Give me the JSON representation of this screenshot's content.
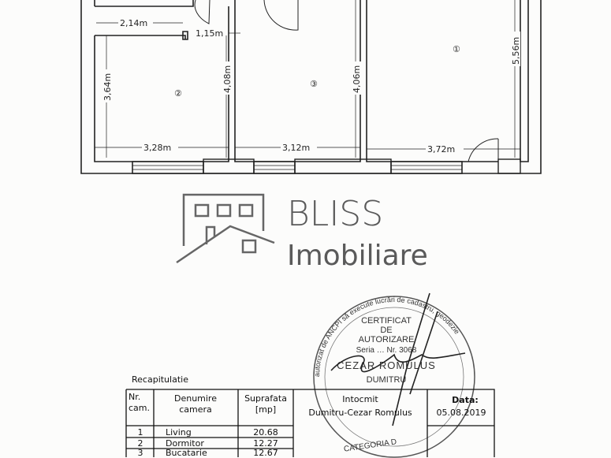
{
  "floor_plan": {
    "rooms": [
      {
        "number": "1",
        "symbol": "①"
      },
      {
        "number": "2",
        "symbol": "②"
      },
      {
        "number": "3",
        "symbol": "③"
      }
    ],
    "dimensions": {
      "d_214": "2,14m",
      "d_115": "1,15m",
      "d_364": "3,64m",
      "d_408": "4,08m",
      "d_406": "4,06m",
      "d_556": "5,56m",
      "d_328": "3,28m",
      "d_312": "3,12m",
      "d_372": "3,72m"
    }
  },
  "logo": {
    "line1": "BLISS",
    "line2": "Imobiliare",
    "color": "#5a5a5a"
  },
  "stamp": {
    "ring_text": "autorizat de ANCPI să execute lucrări de cadastru, geodezie",
    "center_lines": [
      "CERTIFICAT",
      "DE",
      "AUTORIZARE",
      "Seria … Nr. 3068"
    ],
    "name": "CEZAR ROMULUS",
    "name2": "DUMITRU",
    "category": "CATEGORIA D"
  },
  "table": {
    "title": "Recapitulatie",
    "headers": {
      "nr": [
        "Nr.",
        "cam."
      ],
      "name": [
        "Denumire",
        "camera"
      ],
      "area": [
        "Suprafata",
        "[mp]"
      ],
      "author_label": "Intocmit",
      "author": "Dumitru-Cezar Romulus",
      "date_label": "Data:",
      "date": "05.08.2019"
    },
    "rows": [
      {
        "nr": "1",
        "name": "Living",
        "area": "20.68"
      },
      {
        "nr": "2",
        "name": "Dormitor",
        "area": "12.27"
      },
      {
        "nr": "3",
        "name": "Bucatarie",
        "area": "12.67"
      }
    ]
  }
}
